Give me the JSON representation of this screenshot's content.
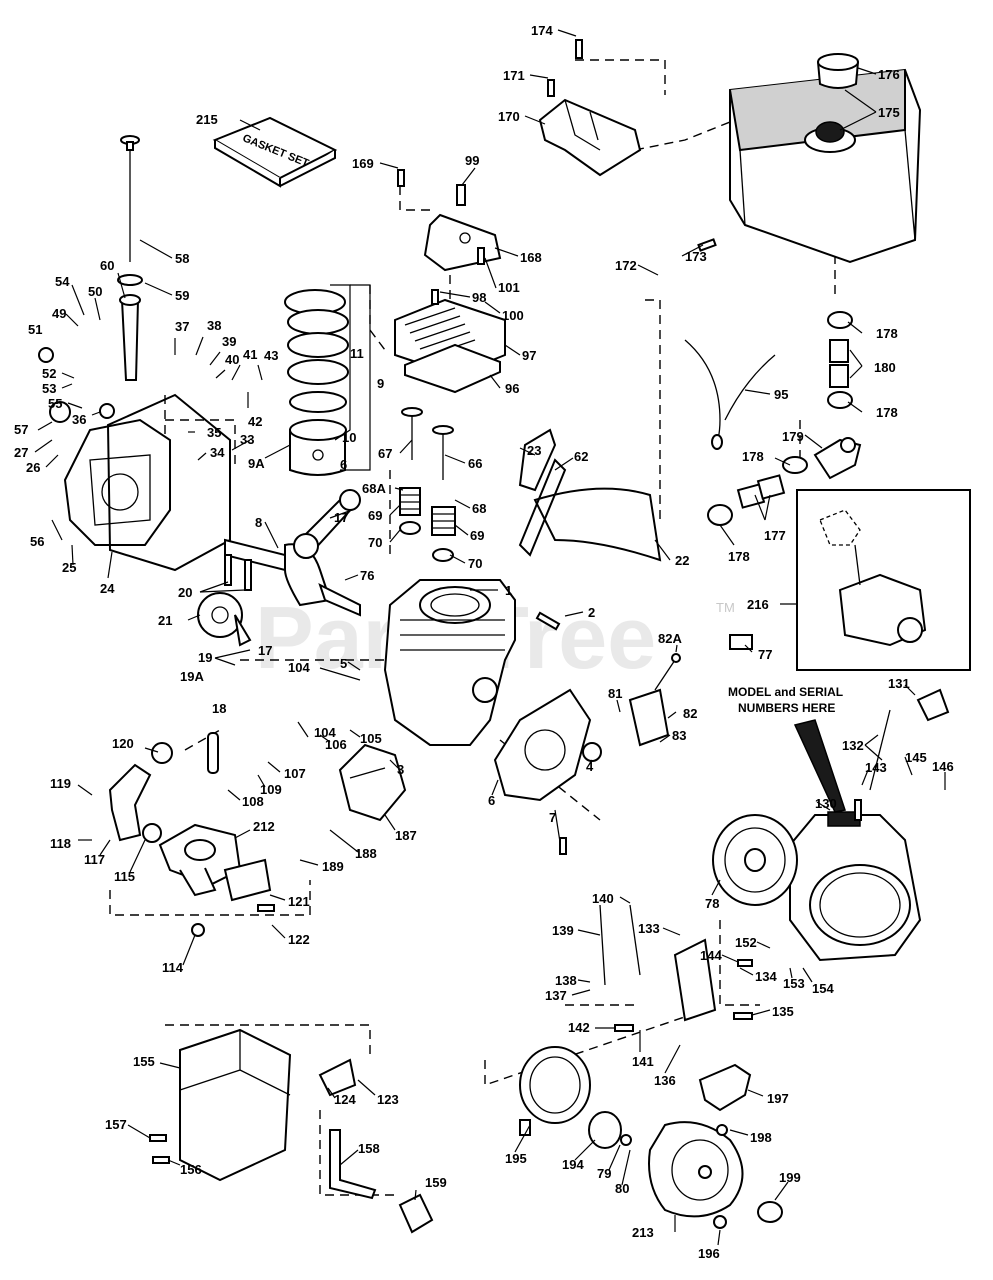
{
  "watermark": "PartsTree",
  "watermark_tm": "TM",
  "model_serial_note_line1": "MODEL and SERIAL",
  "model_serial_note_line2": "NUMBERS HERE",
  "gasket_set_text": "GASKET SET",
  "labels": {
    "174": "174",
    "171": "171",
    "170": "170",
    "169": "169",
    "99": "99",
    "168": "168",
    "176": "176",
    "175": "175",
    "215": "215",
    "58": "58",
    "59": "59",
    "60": "60",
    "54": "54",
    "49": "49",
    "50": "50",
    "51": "51",
    "52": "52",
    "53": "53",
    "55": "55",
    "57": "57",
    "36": "36",
    "27": "27",
    "26": "26",
    "56": "56",
    "25": "25",
    "24": "24",
    "37": "37",
    "38": "38",
    "39": "39",
    "40": "40",
    "41": "41",
    "43": "43",
    "42": "42",
    "11": "11",
    "9": "9",
    "10": "10",
    "6": "6",
    "9A": "9A",
    "35": "35",
    "33": "33",
    "34": "34",
    "98": "98",
    "101": "101",
    "100": "100",
    "97": "97",
    "96": "96",
    "172": "172",
    "173": "173",
    "95": "95",
    "178": "178",
    "180": "180",
    "179": "179",
    "177": "177",
    "67": "67",
    "66": "66",
    "68A": "68A",
    "68": "68",
    "69": "69",
    "70": "70",
    "23": "23",
    "62": "62",
    "22": "22",
    "8": "8",
    "17": "17",
    "76": "76",
    "20": "20",
    "21": "21",
    "19": "19",
    "19A": "19A",
    "18": "18",
    "1": "1",
    "2": "2",
    "216": "216",
    "82A": "82A",
    "77": "77",
    "104": "104",
    "5": "5",
    "81": "81",
    "82": "82",
    "83": "83",
    "106": "106",
    "105": "105",
    "3": "3",
    "107": "107",
    "109": "109",
    "108": "108",
    "120": "120",
    "119": "119",
    "118": "118",
    "117": "117",
    "115": "115",
    "212": "212",
    "187": "187",
    "188": "188",
    "189": "189",
    "4": "4",
    "7": "7",
    "121": "121",
    "122": "122",
    "114": "114",
    "131": "131",
    "132": "132",
    "143": "143",
    "145": "145",
    "146": "146",
    "130": "130",
    "78": "78",
    "140": "140",
    "139": "139",
    "133": "133",
    "152": "152",
    "144": "144",
    "134": "134",
    "153": "153",
    "154": "154",
    "138": "138",
    "137": "137",
    "135": "135",
    "142": "142",
    "141": "141",
    "136": "136",
    "155": "155",
    "123": "123",
    "124": "124",
    "157": "157",
    "156": "156",
    "158": "158",
    "159": "159",
    "197": "197",
    "198": "198",
    "195": "195",
    "194": "194",
    "79": "79",
    "80": "80",
    "199": "199",
    "213": "213",
    "196": "196"
  }
}
